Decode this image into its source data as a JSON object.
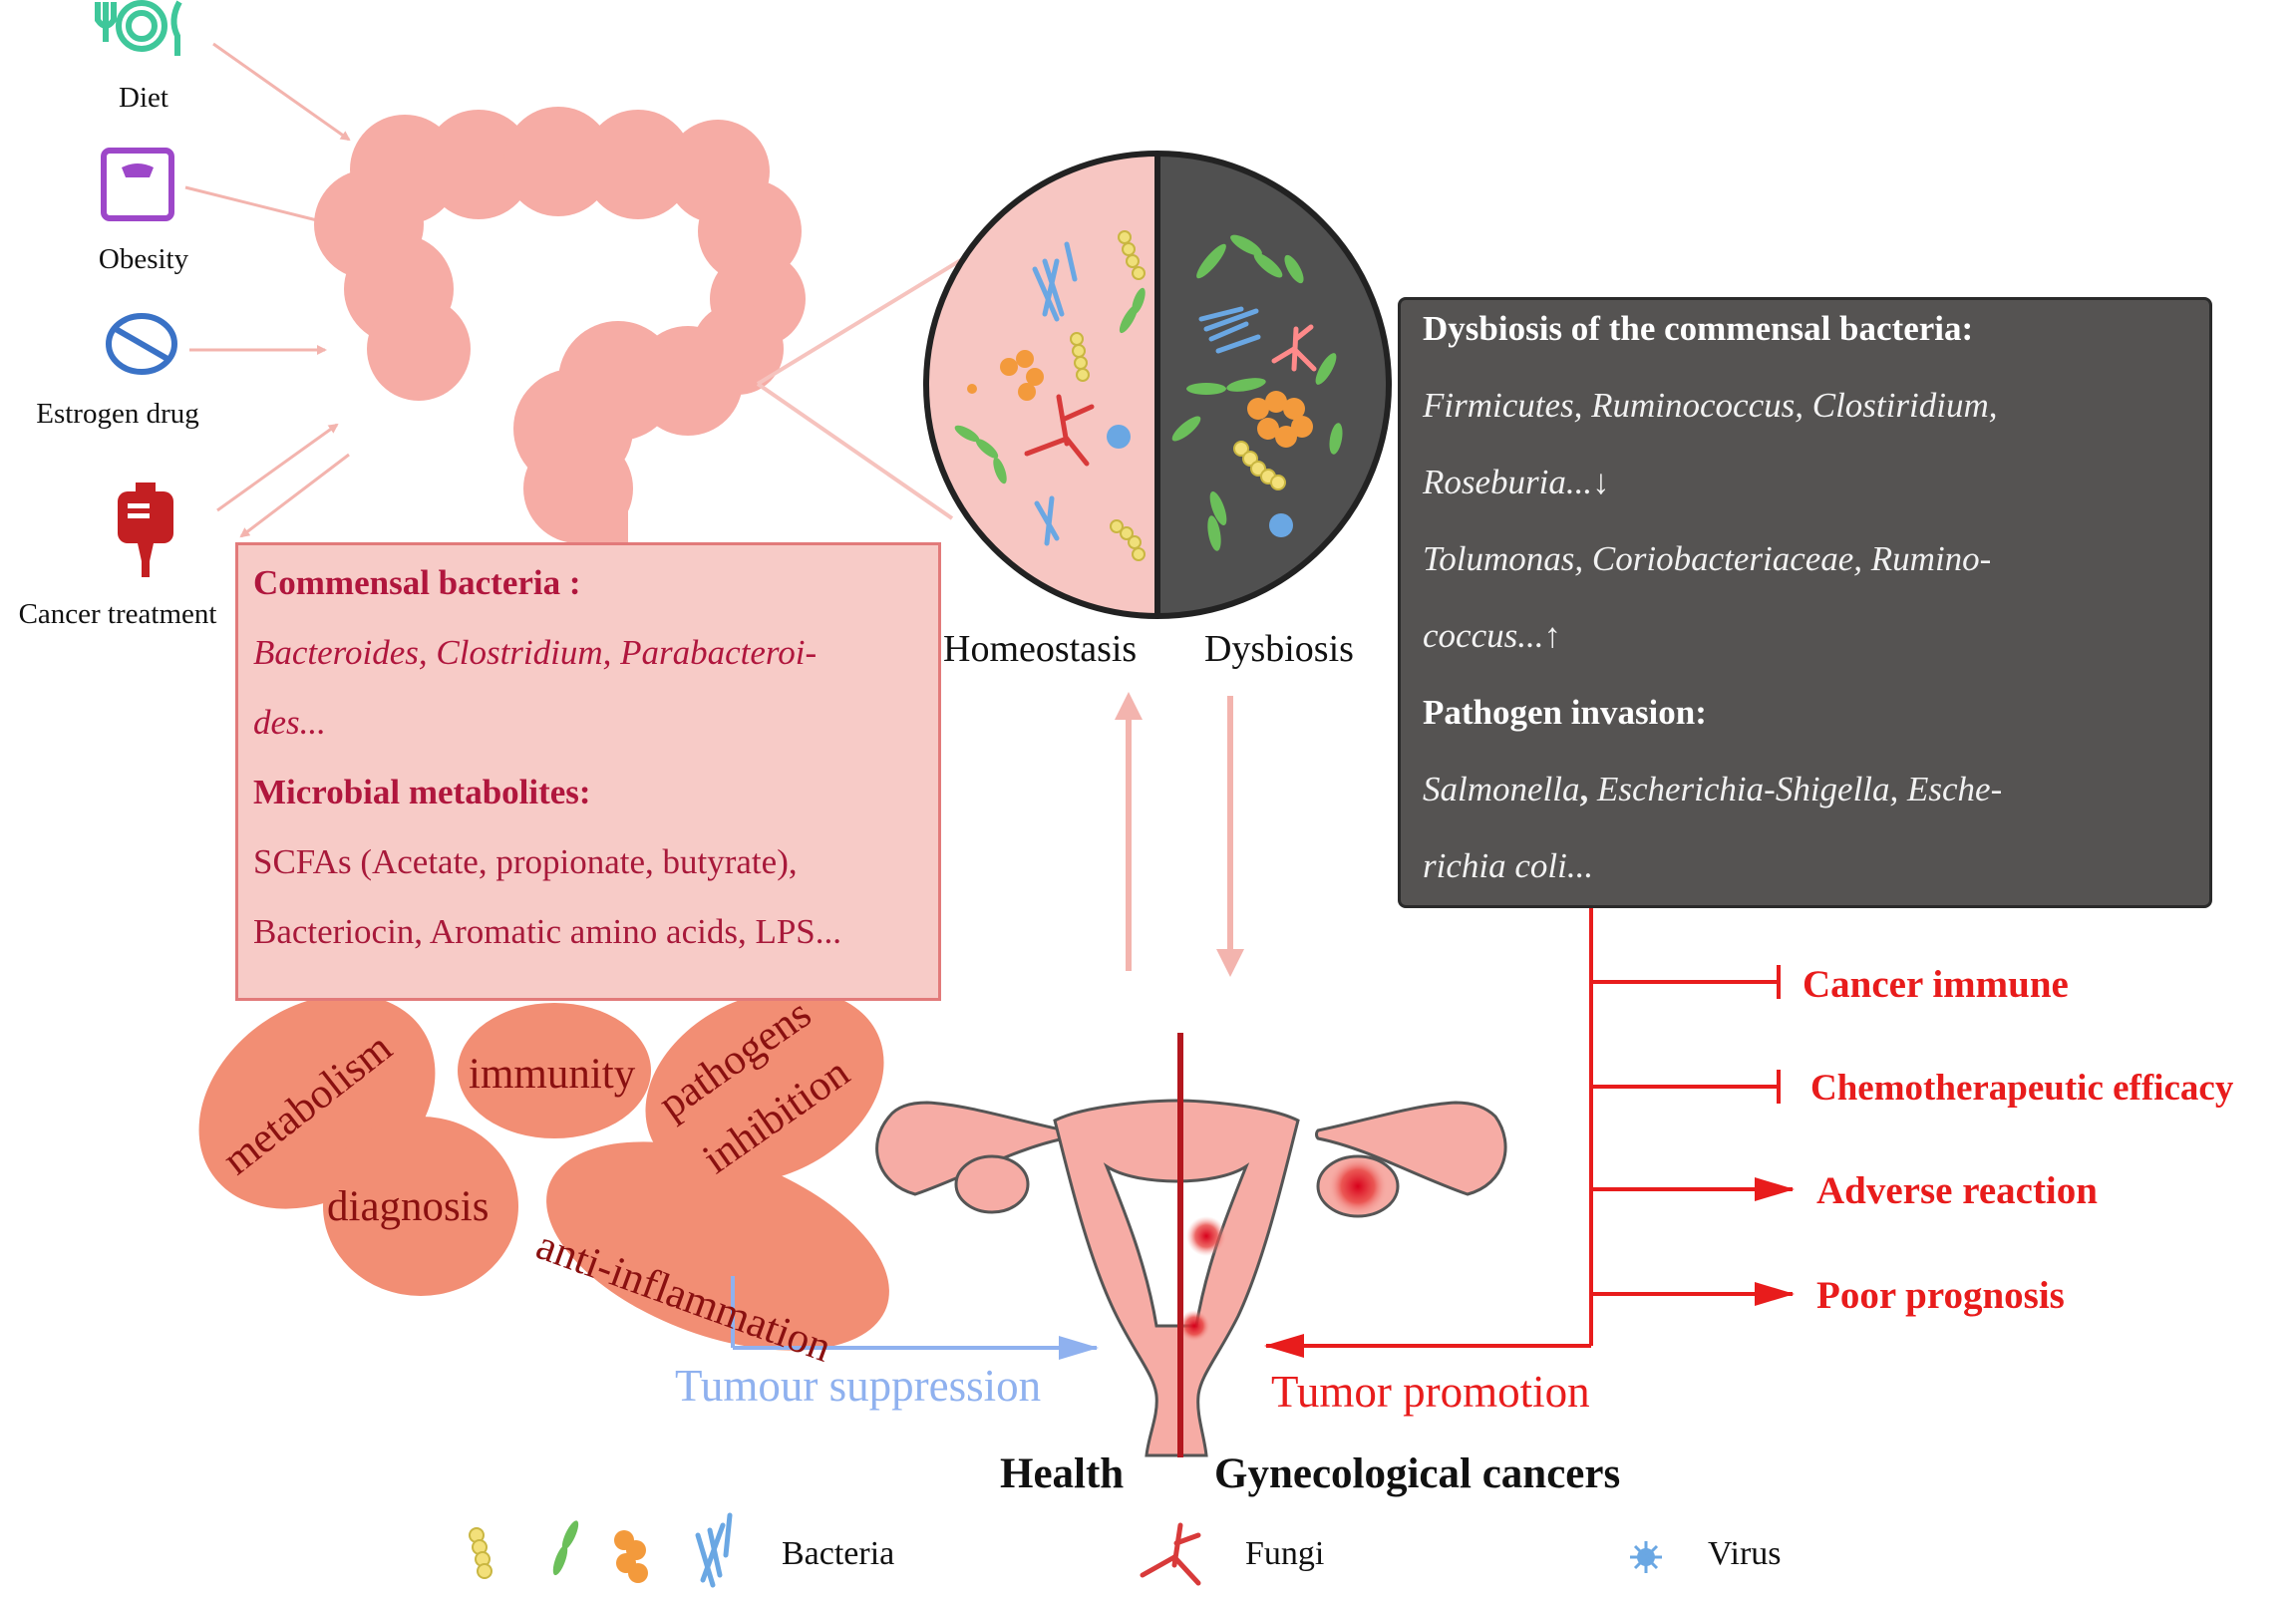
{
  "factors": [
    {
      "name": "diet",
      "label": "Diet",
      "icon": "fork-plate-knife-icon"
    },
    {
      "name": "obesity",
      "label": "Obesity",
      "icon": "scale-icon"
    },
    {
      "name": "estrogen",
      "label": "Estrogen drug",
      "icon": "pill-icon"
    },
    {
      "name": "cancer_treatment",
      "label": "Cancer treatment",
      "icon": "iv-bag-icon"
    }
  ],
  "commensal_box": {
    "heading1": "Commensal bacteria :",
    "line1": "Bacteroides, Clostridium, Parabacteroi-",
    "line2": "des...",
    "heading2": "Microbial metabolites:",
    "line3": "SCFAs (Acetate, propionate, butyrate),",
    "line4": "Bacteriocin, Aromatic amino acids, LPS..."
  },
  "state_labels": {
    "left": "Homeostasis",
    "right": "Dysbiosis"
  },
  "dysbiosis_box": {
    "heading1": "Dysbiosis of the commensal bacteria:",
    "line1": "Firmicutes, Ruminococcus, Clostiridium,",
    "line2": "Roseburia...↓",
    "line3": "Tolumonas, Coriobacteriaceae, Rumino-",
    "line4": "coccus...↑",
    "heading2": "Pathogen invasion:",
    "line5a": "Salmonella",
    "line5b": ", ",
    "line5c": "Escherichia-Shigella, Esche-",
    "line6": "richia coli..."
  },
  "effects": [
    "Cancer immune",
    "Chemotherapeutic efficacy",
    "Adverse reaction",
    "Poor prognosis"
  ],
  "functions": {
    "metabolism": "metabolism",
    "immunity": "immunity",
    "pathogens": "pathogens",
    "inhibition": "inhibition",
    "diagnosis": "diagnosis",
    "anti_inflammation": "anti-inflammation"
  },
  "outcomes": {
    "suppression": "Tumour suppression",
    "promotion": "Tumor promotion",
    "health": "Health",
    "cancers": "Gynecological cancers"
  },
  "legend": {
    "bacteria": "Bacteria",
    "fungi": "Fungi",
    "virus": "Virus"
  },
  "colors": {
    "gut": "#f6aca5",
    "pink_box": "#f7cbc7",
    "dark_box": "#555352",
    "red_accent": "#e81c1c",
    "blue_accent": "#8fb1ef",
    "box_text": "#a8193a",
    "oval": "#f28e74"
  }
}
